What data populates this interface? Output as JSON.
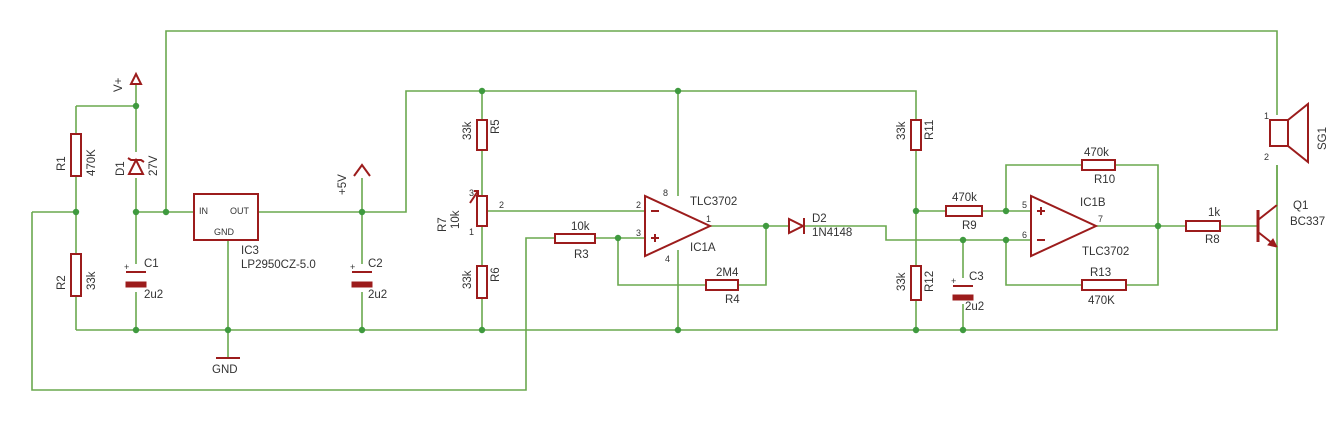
{
  "colors": {
    "wire": "#6aa84f",
    "component": "#9c1c1c",
    "junction": "#3f9a3f",
    "text": "#333333"
  },
  "supply": {
    "vplus": "V+",
    "plus5v": "+5V",
    "gnd": "GND"
  },
  "components": {
    "r1": {
      "name": "R1",
      "value": "470K"
    },
    "r2": {
      "name": "R2",
      "value": "33k"
    },
    "d1": {
      "name": "D1",
      "value": "27V"
    },
    "c1": {
      "name": "C1",
      "value": "2u2"
    },
    "ic3": {
      "name": "IC3",
      "value": "LP2950CZ-5.0",
      "pin_in": "IN",
      "pin_out": "OUT",
      "pin_gnd": "GND"
    },
    "c2": {
      "name": "C2",
      "value": "2u2"
    },
    "r5": {
      "name": "R5",
      "value": "33k"
    },
    "r7": {
      "name": "R7",
      "value": "10k",
      "pin1": "1",
      "pin2": "2",
      "pin3": "3"
    },
    "r6": {
      "name": "R6",
      "value": "33k"
    },
    "r3": {
      "name": "R3",
      "value": "10k"
    },
    "ic1a": {
      "name": "IC1A",
      "value": "TLC3702",
      "pin1": "1",
      "pin2": "2",
      "pin3": "3",
      "pin4": "4",
      "pin8": "8"
    },
    "r4": {
      "name": "R4",
      "value": "2M4"
    },
    "d2": {
      "name": "D2",
      "value": "1N4148"
    },
    "r11": {
      "name": "R11",
      "value": "33k"
    },
    "r12": {
      "name": "R12",
      "value": "33k"
    },
    "r9": {
      "name": "R9",
      "value": "470k"
    },
    "c3": {
      "name": "C3",
      "value": "2u2"
    },
    "ic1b": {
      "name": "IC1B",
      "value": "TLC3702",
      "pin5": "5",
      "pin6": "6",
      "pin7": "7"
    },
    "r10": {
      "name": "R10",
      "value": "470k"
    },
    "r13": {
      "name": "R13",
      "value": "470K"
    },
    "r8": {
      "name": "R8",
      "value": "1k"
    },
    "q1": {
      "name": "Q1",
      "value": "BC337"
    },
    "sg1": {
      "name": "SG1",
      "pin1": "1",
      "pin2": "2"
    }
  }
}
